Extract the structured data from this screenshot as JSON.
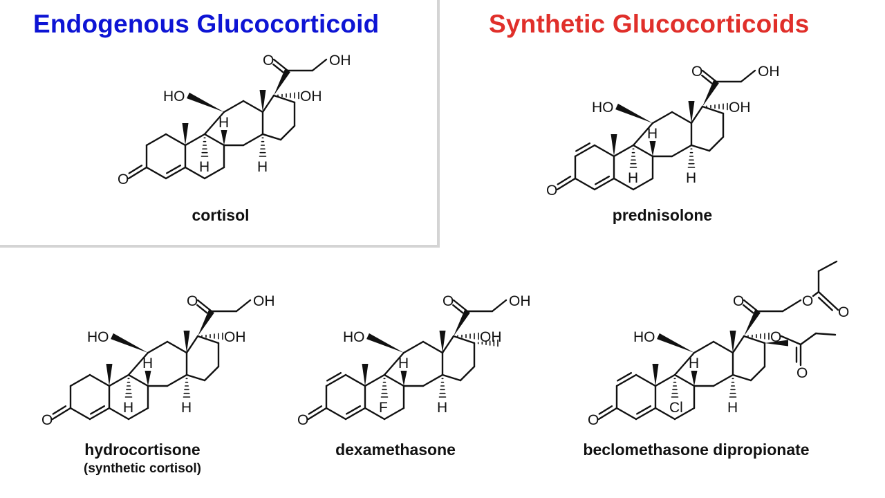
{
  "headings": {
    "endogenous": "Endogenous Glucocorticoid",
    "synthetic": "Synthetic Glucocorticoids"
  },
  "colors": {
    "endogenous_heading": "#0d14d4",
    "synthetic_heading": "#e02f2a",
    "panel_border": "#d4d4d4"
  },
  "molecules": {
    "cortisol": {
      "name": "cortisol"
    },
    "prednisolone": {
      "name": "prednisolone"
    },
    "hydrocortisone": {
      "name": "hydrocortisone",
      "note": "(synthetic cortisol)"
    },
    "dexamethasone": {
      "name": "dexamethasone"
    },
    "beclomethasone": {
      "name": "beclomethasone dipropionate"
    }
  },
  "atoms": {
    "HO": "HO",
    "OH": "OH",
    "O": "O",
    "H": "H",
    "F": "F",
    "Cl": "Cl"
  }
}
